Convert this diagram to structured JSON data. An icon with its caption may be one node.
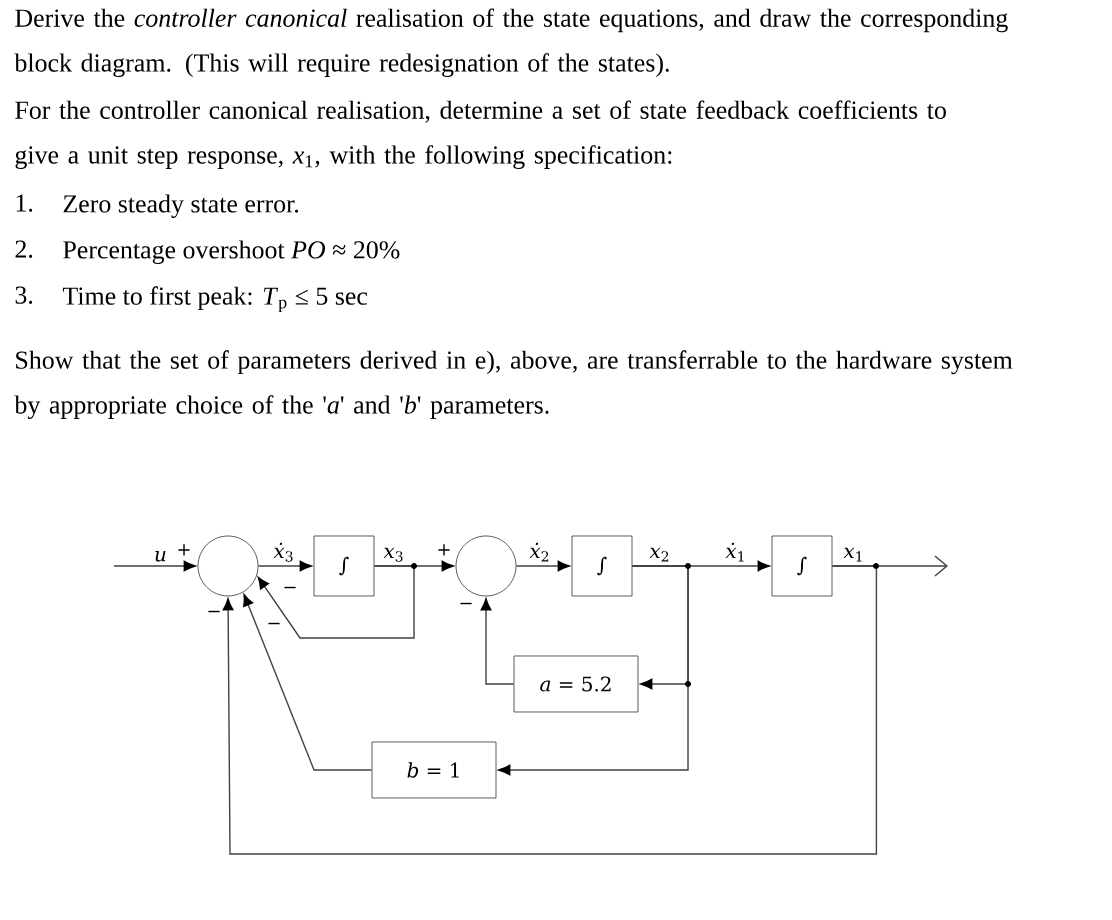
{
  "diagram": {
    "nodes": [
      {
        "text": [
          "*u*"
        ]
      },
      {
        "text": [],
        "shape": "circle"
      },
      {
        "text": [
          "∫"
        ]
      },
      {
        "text": [],
        "shape": "circle"
      },
      {
        "text": [
          "∫"
        ]
      },
      {
        "text": [
          "∫"
        ]
      },
      {
        "text": [
          "*a* = 5.2"
        ]
      },
      {
        "text": [
          "*b* = 1"
        ]
      }
    ],
    "edges": [
      {
        "from": 0,
        "to": 1,
        "arrow": "to"
      },
      {
        "from": 1,
        "to": 2,
        "arrow": "to",
        "label": "*ẋ*$_{3}$"
      },
      {
        "from": 2,
        "to": 3,
        "arrow": "to",
        "label": "*x*$_{3}$"
      },
      {
        "from": 2,
        "to": 1,
        "arrow": "to"
      },
      {
        "from": 3,
        "to": 4,
        "arrow": "to",
        "label": "*ẋ*$_{2}$"
      },
      {
        "from": 4,
        "to": 5,
        "arrow": "to",
        "label": "*x*$_{2}$"
      },
      {
        "from": 5,
        "to": null,
        "arrow": "to",
        "label": "*x*$_{1}$"
      },
      {
        "from": 4,
        "to": 6,
        "arrow": "to"
      },
      {
        "from": 6,
        "to": 3,
        "arrow": "to"
      },
      {
        "from": 4,
        "to": 7,
        "arrow": "to"
      },
      {
        "from": 7,
        "to": 1,
        "arrow": "to"
      },
      {
        "from": 5,
        "to": 1,
        "arrow": "to"
      }
    ],
    "labels": [
      "Derive the *controller canonical* realisation of the state equations, and draw the corresponding block diagram. (This will require redesignation of the states).",
      "For the controller canonical realisation, determine a set of state feedback coefficients to give a unit step response, *x*$_{1}$, with the following specification:",
      "1.",
      "Zero steady state error.",
      "2.",
      "Percentage overshoot *PO* ≈ 20%",
      "3.",
      "Time to first peak: *T*$_{p}$ ≤ 5 sec",
      "Show that the set of parameters derived in e), above, are transferrable to the hardware system by appropriate choice of the '*a*' and '*b*' parameters.",
      "+",
      "−",
      "−",
      "−",
      "+",
      "−",
      "*ẋ*$_{1}$"
    ]
  }
}
